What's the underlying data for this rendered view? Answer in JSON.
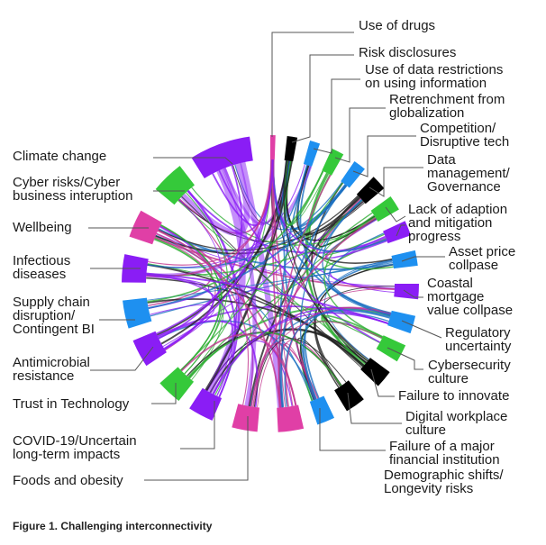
{
  "caption": "Figure 1. Challenging interconnectivity",
  "colors": {
    "purple": "#8a1df5",
    "green": "#35c93a",
    "pink": "#e03fa6",
    "blue": "#1e90f0",
    "black": "#000000"
  },
  "segments": [
    {
      "color": "pink",
      "angle": 1,
      "span": 2
    },
    {
      "color": "black",
      "angle": 8.5,
      "span": 4
    },
    {
      "color": "blue",
      "angle": 17.5,
      "span": 4
    },
    {
      "color": "green",
      "angle": 27,
      "span": 5
    },
    {
      "color": "blue",
      "angle": 37,
      "span": 5
    },
    {
      "color": "black",
      "angle": 47,
      "span": 6
    },
    {
      "color": "green",
      "angle": 57,
      "span": 6
    },
    {
      "color": "purple",
      "angle": 68,
      "span": 6
    },
    {
      "color": "blue",
      "angle": 80,
      "span": 6
    },
    {
      "color": "purple",
      "angle": 93,
      "span": 6
    },
    {
      "color": "blue",
      "angle": 106,
      "span": 7
    },
    {
      "color": "green",
      "angle": 118,
      "span": 7
    },
    {
      "color": "black",
      "angle": 130,
      "span": 7
    },
    {
      "color": "black",
      "angle": 145,
      "span": 8
    },
    {
      "color": "blue",
      "angle": 158,
      "span": 7
    },
    {
      "color": "pink",
      "angle": 172,
      "span": 10
    },
    {
      "color": "pink",
      "angle": 190,
      "span": 10
    },
    {
      "color": "purple",
      "angle": 208,
      "span": 10
    },
    {
      "color": "green",
      "angle": 223,
      "span": 10
    },
    {
      "color": "purple",
      "angle": 242,
      "span": 11
    },
    {
      "color": "blue",
      "angle": 258,
      "span": 11
    },
    {
      "color": "purple",
      "angle": 276,
      "span": 11
    },
    {
      "color": "pink",
      "angle": 294,
      "span": 11
    },
    {
      "color": "green",
      "angle": 316,
      "span": 13
    },
    {
      "color": "purple",
      "angle": 340,
      "span": 24
    }
  ],
  "labels": {
    "use_of_drugs": [
      "Use of drugs"
    ],
    "risk_disclosures": [
      "Risk disclosures"
    ],
    "use_of_data": [
      "Use of data restrictions",
      "on using information"
    ],
    "retrenchment": [
      "Retrenchment from",
      "globalization"
    ],
    "competition": [
      "Competition/",
      "Disruptive tech"
    ],
    "data_management": [
      "Data",
      "management/",
      "Governance"
    ],
    "lack_of_adaption": [
      "Lack of adaption",
      "and mitigation",
      "progress"
    ],
    "asset_price": [
      "Asset price",
      "collpase"
    ],
    "coastal": [
      "Coastal",
      "mortgage",
      "value collpase"
    ],
    "regulatory": [
      "Regulatory",
      "uncertainty"
    ],
    "cybersecurity": [
      "Cybersecurity",
      "culture"
    ],
    "failure_innovate": [
      "Failure to innovate"
    ],
    "digital_workplace": [
      "Digital workplace",
      "culture"
    ],
    "failure_financial": [
      "Failure of a major",
      "financial  institution"
    ],
    "demographic": [
      "Demographic shifts/",
      "Longevity risks"
    ],
    "climate": [
      "Climate change"
    ],
    "cyber_risks": [
      "Cyber risks/Cyber",
      "business interuption"
    ],
    "wellbeing": [
      "Wellbeing"
    ],
    "infectious": [
      "Infectious",
      "diseases"
    ],
    "supply_chain": [
      "Supply chain",
      "disruption/",
      "Contingent BI"
    ],
    "antimicrobial": [
      "Antimicrobial",
      "resistance"
    ],
    "trust": [
      "Trust in Technology"
    ],
    "covid": [
      "COVID-19/Uncertain",
      "long-term impacts"
    ],
    "foods": [
      "Foods and obesity"
    ]
  }
}
